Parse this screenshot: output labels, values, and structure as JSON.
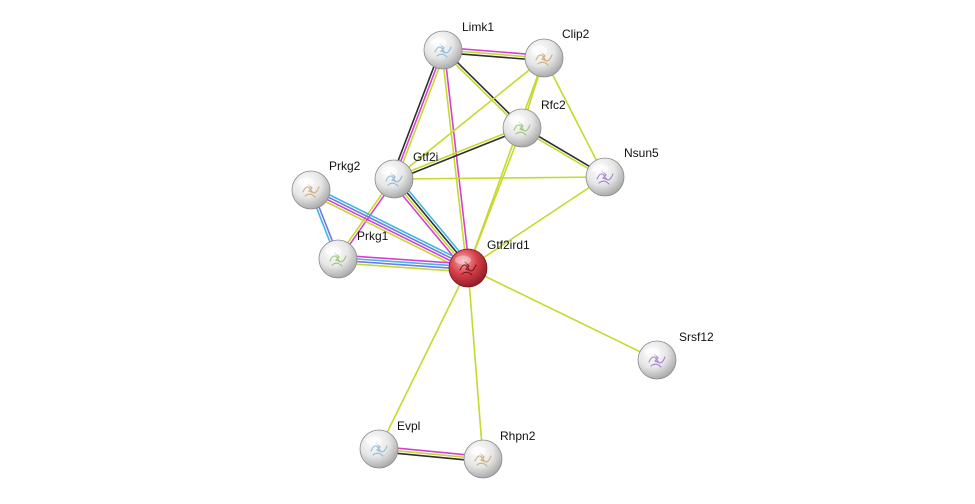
{
  "colors": {
    "textmining": "#c6d92c",
    "coexpression": "#2f2f2f",
    "experiments": "#d63fd6",
    "databases": "#3fb8e6",
    "homology": "#6b7de6",
    "node": "#e0e0e0",
    "query_node": "#d9404a"
  },
  "nodes": [
    {
      "id": "gtf2ird1",
      "label": "Gtf2ird1",
      "query": true
    },
    {
      "id": "limk1",
      "label": "Limk1"
    },
    {
      "id": "clip2",
      "label": "Clip2"
    },
    {
      "id": "rfc2",
      "label": "Rfc2"
    },
    {
      "id": "nsun5",
      "label": "Nsun5"
    },
    {
      "id": "gtf2i",
      "label": "Gtf2i"
    },
    {
      "id": "prkg2",
      "label": "Prkg2"
    },
    {
      "id": "prkg1",
      "label": "Prkg1"
    },
    {
      "id": "srsf12",
      "label": "Srsf12"
    },
    {
      "id": "evpl",
      "label": "Evpl"
    },
    {
      "id": "rhpn2",
      "label": "Rhpn2"
    }
  ],
  "edges": [
    {
      "a": "limk1",
      "b": "clip2",
      "types": [
        "experiments",
        "textmining",
        "coexpression"
      ]
    },
    {
      "a": "limk1",
      "b": "gtf2i",
      "types": [
        "textmining",
        "experiments",
        "coexpression"
      ]
    },
    {
      "a": "limk1",
      "b": "rfc2",
      "types": [
        "coexpression",
        "textmining"
      ]
    },
    {
      "a": "limk1",
      "b": "gtf2ird1",
      "types": [
        "experiments",
        "textmining"
      ]
    },
    {
      "a": "clip2",
      "b": "gtf2i",
      "types": [
        "textmining"
      ]
    },
    {
      "a": "clip2",
      "b": "rfc2",
      "types": [
        "textmining"
      ]
    },
    {
      "a": "clip2",
      "b": "nsun5",
      "types": [
        "textmining"
      ]
    },
    {
      "a": "clip2",
      "b": "gtf2ird1",
      "types": [
        "textmining"
      ]
    },
    {
      "a": "rfc2",
      "b": "gtf2i",
      "types": [
        "coexpression",
        "textmining"
      ]
    },
    {
      "a": "rfc2",
      "b": "nsun5",
      "types": [
        "coexpression",
        "textmining"
      ]
    },
    {
      "a": "rfc2",
      "b": "gtf2ird1",
      "types": [
        "textmining"
      ]
    },
    {
      "a": "gtf2i",
      "b": "nsun5",
      "types": [
        "textmining"
      ]
    },
    {
      "a": "gtf2i",
      "b": "gtf2ird1",
      "types": [
        "databases",
        "coexpression",
        "textmining",
        "experiments"
      ]
    },
    {
      "a": "gtf2i",
      "b": "prkg1",
      "types": [
        "experiments",
        "textmining"
      ]
    },
    {
      "a": "nsun5",
      "b": "gtf2ird1",
      "types": [
        "textmining"
      ]
    },
    {
      "a": "prkg2",
      "b": "prkg1",
      "types": [
        "homology",
        "databases"
      ]
    },
    {
      "a": "prkg2",
      "b": "gtf2ird1",
      "types": [
        "databases",
        "homology",
        "experiments",
        "textmining"
      ]
    },
    {
      "a": "prkg1",
      "b": "gtf2ird1",
      "types": [
        "experiments",
        "databases",
        "homology",
        "textmining"
      ]
    },
    {
      "a": "gtf2ird1",
      "b": "srsf12",
      "types": [
        "textmining"
      ]
    },
    {
      "a": "gtf2ird1",
      "b": "evpl",
      "types": [
        "textmining"
      ]
    },
    {
      "a": "gtf2ird1",
      "b": "rhpn2",
      "types": [
        "textmining"
      ]
    },
    {
      "a": "evpl",
      "b": "rhpn2",
      "types": [
        "experiments",
        "textmining",
        "coexpression"
      ]
    }
  ]
}
